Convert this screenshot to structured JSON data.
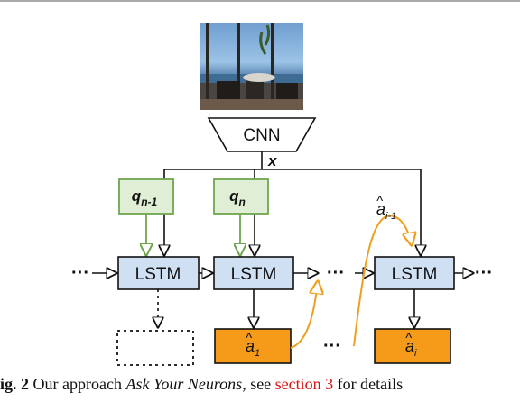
{
  "diagram": {
    "cnn_label": "CNN",
    "image_feature_label": "x",
    "question_nodes": [
      {
        "var": "q",
        "sub": "n-1"
      },
      {
        "var": "q",
        "sub": "n"
      }
    ],
    "lstm_label": "LSTM",
    "answer_nodes": [
      {
        "var": "a",
        "hat": "^",
        "sub": "1"
      },
      {
        "var": "a",
        "hat": "^",
        "sub": "i"
      }
    ],
    "feedback_label": {
      "var": "a",
      "hat": "^",
      "sub": "i-1"
    },
    "ellipsis": "···",
    "colors": {
      "question_fill": "#dfeed4",
      "question_stroke": "#6ea64f",
      "lstm_fill": "#cfe0f3",
      "answer_fill": "#f59a19",
      "feedback_arrow": "#f0a020",
      "stroke": "#111111"
    }
  },
  "caption": {
    "prefix": "ig. 2",
    "text1": "Our approach ",
    "title": "Ask Your Neurons",
    "text2": ", see ",
    "link": "section 3",
    "text3": " for details"
  }
}
